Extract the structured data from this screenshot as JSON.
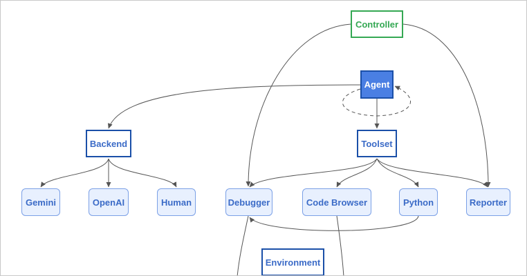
{
  "nodes": {
    "controller": "Controller",
    "agent": "Agent",
    "backend": "Backend",
    "toolset": "Toolset",
    "gemini": "Gemini",
    "openai": "OpenAI",
    "human": "Human",
    "debugger": "Debugger",
    "code_browser": "Code Browser",
    "python": "Python",
    "reporter": "Reporter",
    "environment": "Environment"
  },
  "colors": {
    "controller": "#34a853",
    "agent_fill": "#4a7fe3",
    "box_border": "#1a4fa8",
    "box_text": "#3b6bc7",
    "leaf_fill": "#e8f0fe",
    "leaf_border": "#7ba0e6",
    "edge": "#555555"
  },
  "edges": [
    {
      "from": "controller",
      "to": "debugger"
    },
    {
      "from": "controller",
      "to": "reporter"
    },
    {
      "from": "agent",
      "to": "backend"
    },
    {
      "from": "agent",
      "to": "toolset"
    },
    {
      "from": "agent",
      "to": "agent",
      "style": "dashed-loop"
    },
    {
      "from": "backend",
      "to": "gemini"
    },
    {
      "from": "backend",
      "to": "openai"
    },
    {
      "from": "backend",
      "to": "human"
    },
    {
      "from": "toolset",
      "to": "debugger"
    },
    {
      "from": "toolset",
      "to": "code_browser"
    },
    {
      "from": "toolset",
      "to": "python"
    },
    {
      "from": "toolset",
      "to": "reporter"
    },
    {
      "from": "python",
      "to": "debugger"
    }
  ]
}
